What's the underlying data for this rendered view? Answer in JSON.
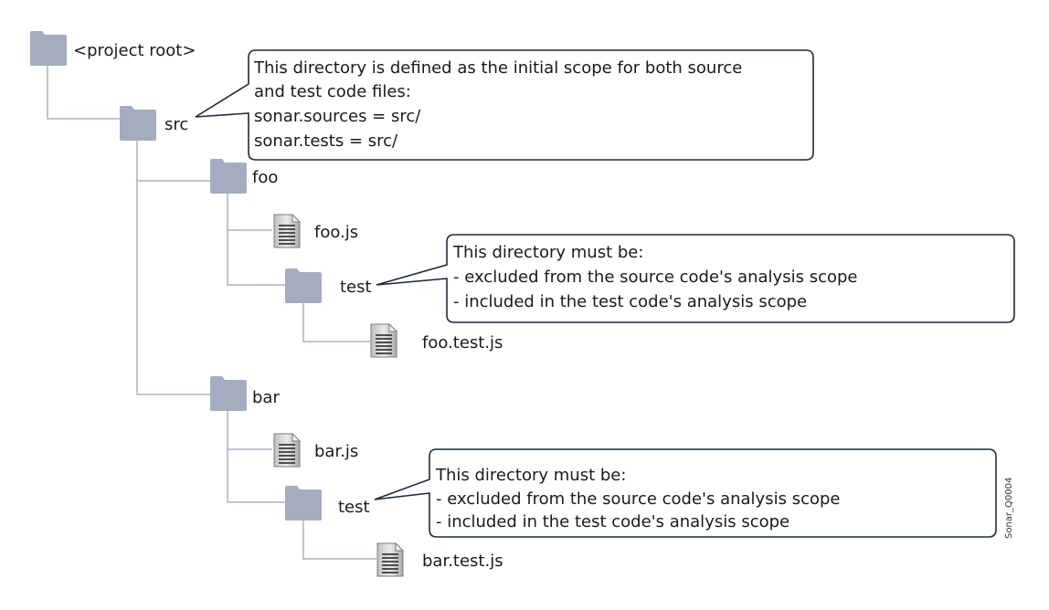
{
  "tree": {
    "root": {
      "label": "<project root>"
    },
    "src": {
      "label": "src"
    },
    "foo": {
      "label": "foo"
    },
    "foo_js": {
      "label": "foo.js"
    },
    "foo_test": {
      "label": "test"
    },
    "foo_test_js": {
      "label": "foo.test.js"
    },
    "bar": {
      "label": "bar"
    },
    "bar_js": {
      "label": "bar.js"
    },
    "bar_test": {
      "label": "test"
    },
    "bar_test_js": {
      "label": "bar.test.js"
    }
  },
  "callouts": {
    "src_note": {
      "lines": [
        "This directory is defined as the initial scope for both source",
        "and test code files:",
        "sonar.sources = src/",
        "sonar.tests = src/"
      ]
    },
    "foo_test_note": {
      "lines": [
        "This directory must be:",
        "- excluded from the source code's analysis scope",
        "- included in the test code's analysis scope"
      ]
    },
    "bar_test_note": {
      "lines": [
        "This directory must be:",
        "- excluded from the source code's analysis scope",
        "- included in the test code's analysis scope"
      ]
    }
  },
  "watermark": "Sonar_Q0004",
  "colors": {
    "folder": "#a4acc0",
    "tree_line": "#a9b2c4",
    "callout_border": "#1f2a3a"
  }
}
